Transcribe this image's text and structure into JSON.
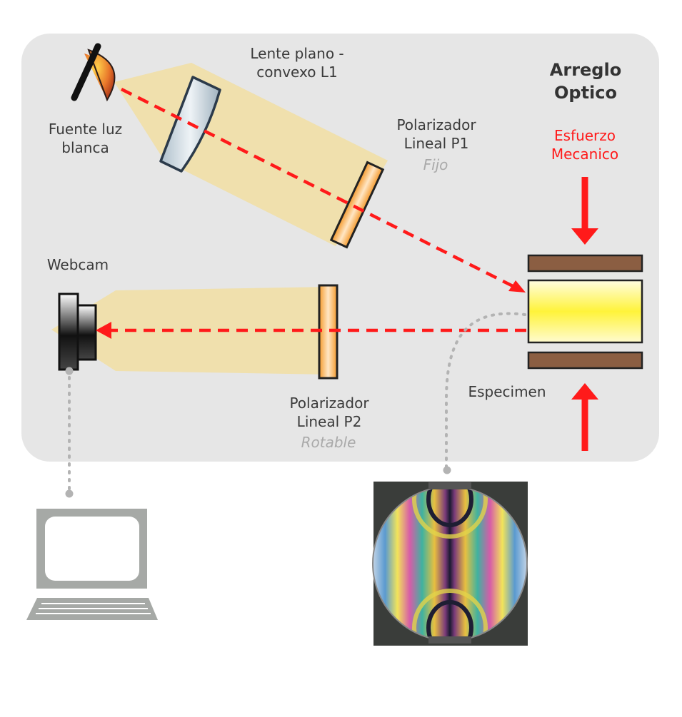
{
  "title": "Arreglo Optico",
  "components": {
    "light_source": {
      "label": "Fuente luz blanca"
    },
    "lens": {
      "label": "Lente plano - convexo L1"
    },
    "polarizer1": {
      "label": "Polarizador Lineal P1",
      "sublabel": "Fijo"
    },
    "polarizer2": {
      "label": "Polarizador Lineal P2",
      "sublabel": "Rotable"
    },
    "webcam": {
      "label": "Webcam"
    },
    "specimen": {
      "label": "Especimen"
    },
    "stress": {
      "label": "Esfuerzo Mecanico"
    }
  },
  "colors": {
    "panel": "#e6e6e6",
    "beam": "#f1dfa6",
    "ray": "#ff1a1a",
    "plate": "#8b5e42",
    "connector": "#b3b3b3",
    "computer": "#a6a9a6"
  }
}
